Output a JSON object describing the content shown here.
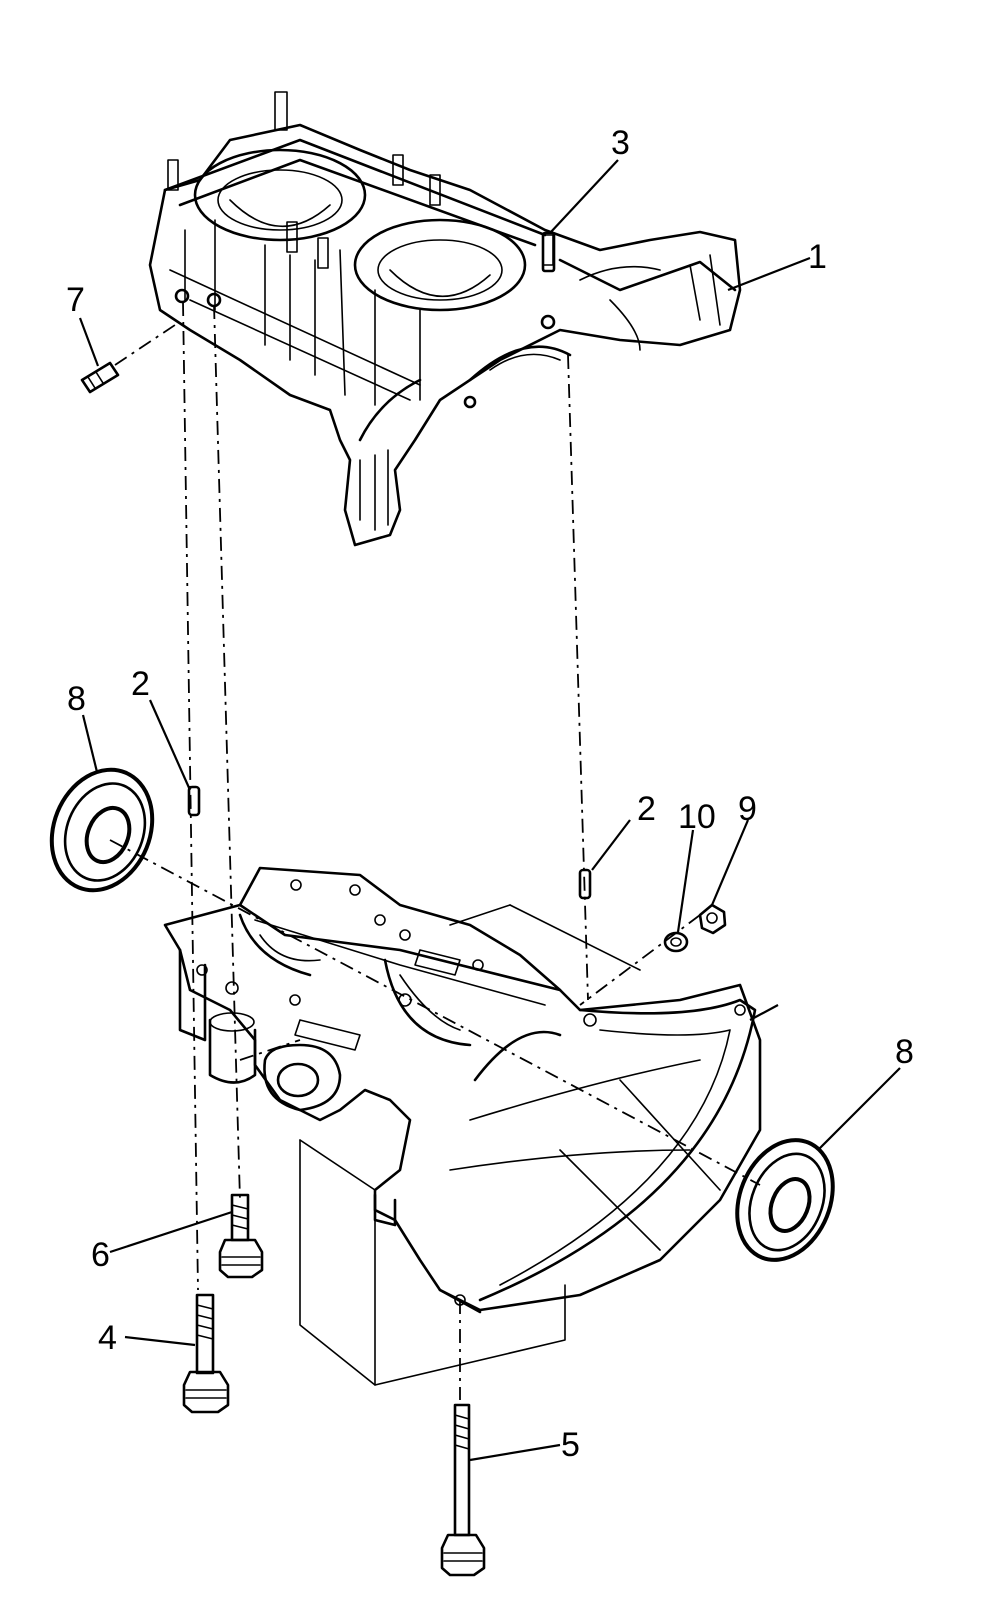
{
  "callouts": {
    "c1": "1",
    "c2a": "2",
    "c2b": "2",
    "c3": "3",
    "c4": "4",
    "c5": "5",
    "c6": "6",
    "c7": "7",
    "c8a": "8",
    "c8b": "8",
    "c9": "9",
    "c10": "10"
  }
}
